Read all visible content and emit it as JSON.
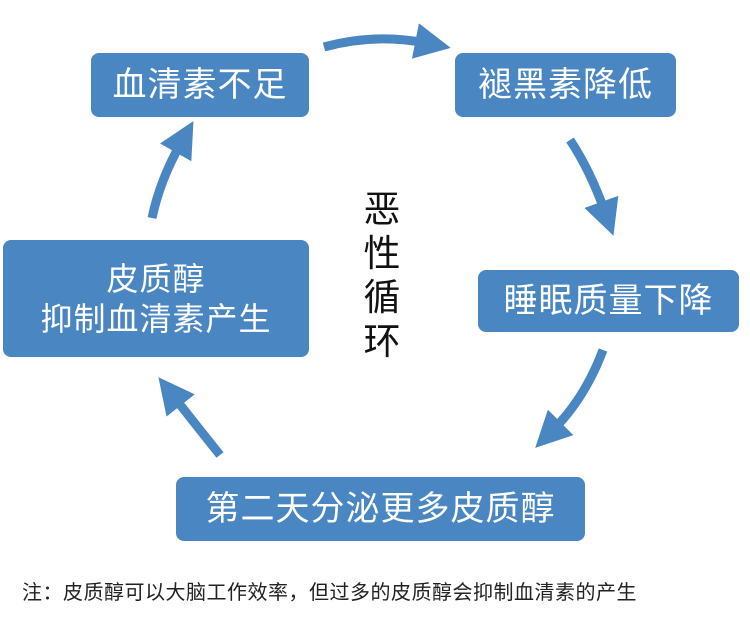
{
  "diagram": {
    "nodes": [
      {
        "id": "serotonin-deficiency",
        "lines": [
          "血清素不足"
        ]
      },
      {
        "id": "melatonin-decrease",
        "lines": [
          "褪黑素降低"
        ]
      },
      {
        "id": "sleep-quality-decline",
        "lines": [
          "睡眠质量下降"
        ]
      },
      {
        "id": "more-cortisol",
        "lines": [
          "第二天分泌更多皮质醇"
        ]
      },
      {
        "id": "cortisol-inhibits-serotonin",
        "lines": [
          "皮质醇",
          "抑制血清素产生"
        ]
      }
    ],
    "center_label_chars": [
      "恶",
      "性",
      "循",
      "环"
    ],
    "arrow_color": "#4a86c2",
    "node_color": "#4a86c2"
  },
  "note": "注：皮质醇可以大脑工作效率，但过多的皮质醇会抑制血清素的产生"
}
